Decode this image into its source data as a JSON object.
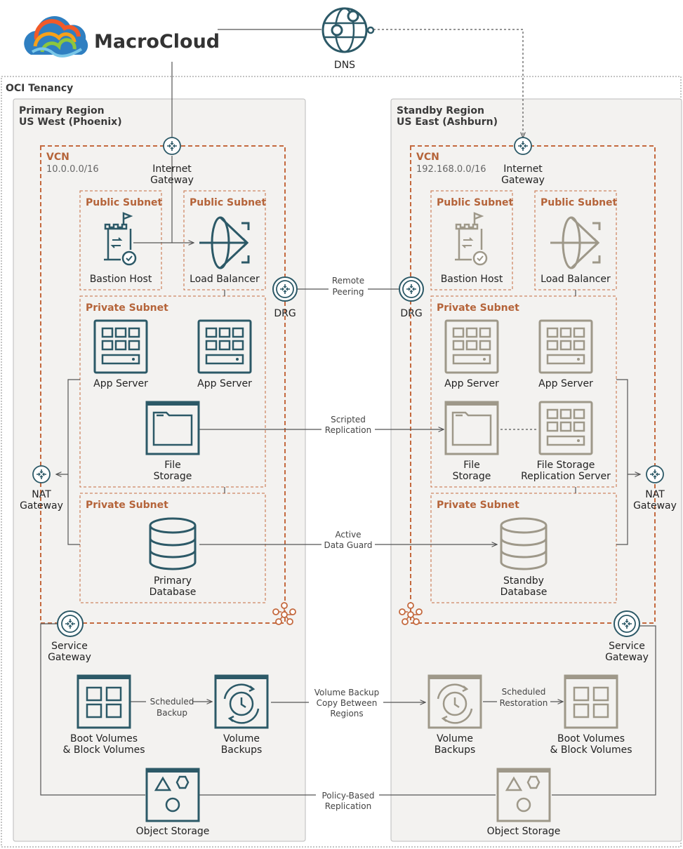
{
  "logo": {
    "text": "MacroCloud"
  },
  "dns": {
    "label": "DNS"
  },
  "tenancy": {
    "label": "OCI Tenancy"
  },
  "primary": {
    "region_line1": "Primary Region",
    "region_line2": "US West (Phoenix)",
    "vcn_label": "VCN",
    "vcn_cidr": "10.0.0.0/16",
    "internet_gateway": [
      "Internet",
      "Gateway"
    ],
    "public_subnet_1": "Public Subnet",
    "public_subnet_2": "Public Subnet",
    "bastion_host": "Bastion Host",
    "load_balancer": "Load Balancer",
    "private_subnet_app": "Private Subnet",
    "app_server_1": "App Server",
    "app_server_2": "App Server",
    "file_storage": [
      "File",
      "Storage"
    ],
    "private_subnet_db": "Private Subnet",
    "database": [
      "Primary",
      "Database"
    ],
    "drg": "DRG",
    "nat_gateway": [
      "NAT",
      "Gateway"
    ],
    "service_gateway": [
      "Service",
      "Gateway"
    ],
    "boot_volumes": [
      "Boot Volumes",
      "& Block Volumes"
    ],
    "scheduled_backup": [
      "Scheduled",
      "Backup"
    ],
    "volume_backups": [
      "Volume",
      "Backups"
    ],
    "object_storage": "Object Storage"
  },
  "standby": {
    "region_line1": "Standby Region",
    "region_line2": "US East (Ashburn)",
    "vcn_label": "VCN",
    "vcn_cidr": "192.168.0.0/16",
    "internet_gateway": [
      "Internet",
      "Gateway"
    ],
    "public_subnet_1": "Public Subnet",
    "public_subnet_2": "Public Subnet",
    "bastion_host": "Bastion Host",
    "load_balancer": "Load Balancer",
    "private_subnet_app": "Private Subnet",
    "app_server_1": "App Server",
    "app_server_2": "App Server",
    "file_storage": [
      "File",
      "Storage"
    ],
    "file_storage_replication": [
      "File Storage",
      "Replication Server"
    ],
    "private_subnet_db": "Private Subnet",
    "database": [
      "Standby",
      "Database"
    ],
    "drg": "DRG",
    "nat_gateway": [
      "NAT",
      "Gateway"
    ],
    "service_gateway": [
      "Service",
      "Gateway"
    ],
    "volume_backups": [
      "Volume",
      "Backups"
    ],
    "scheduled_restoration": [
      "Scheduled",
      "Restoration"
    ],
    "boot_volumes": [
      "Boot Volumes",
      "& Block Volumes"
    ],
    "object_storage": "Object Storage"
  },
  "connections": {
    "remote_peering": [
      "Remote",
      "Peering"
    ],
    "scripted_replication": [
      "Scripted",
      "Replication"
    ],
    "active_data_guard": [
      "Active",
      "Data Guard"
    ],
    "volume_backup_copy": [
      "Volume Backup",
      "Copy Between",
      "Regions"
    ],
    "policy_replication": [
      "Policy-Based",
      "Replication"
    ]
  },
  "colors": {
    "primary_icon": "#2c5967",
    "standby_icon": "#9e9889",
    "accent": "#c4693e",
    "region_bg": "#f3f2f0"
  }
}
